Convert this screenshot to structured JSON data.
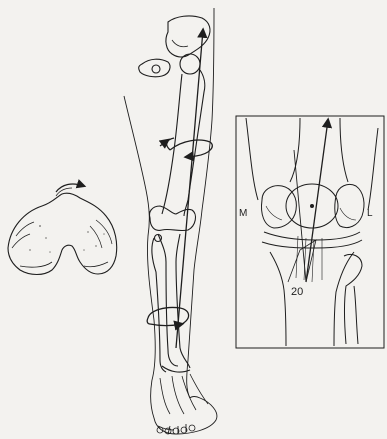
{
  "labels": {
    "medial": "M",
    "lateral": "L",
    "angle": "20"
  },
  "colors": {
    "background": "#f3f2ef",
    "ink": "#1e1e1e",
    "shading": "#8a8a86"
  },
  "figures": [
    "femoral-condyle-cross-section",
    "full-leg-skeleton-in-outline",
    "knee-joint-inset"
  ]
}
